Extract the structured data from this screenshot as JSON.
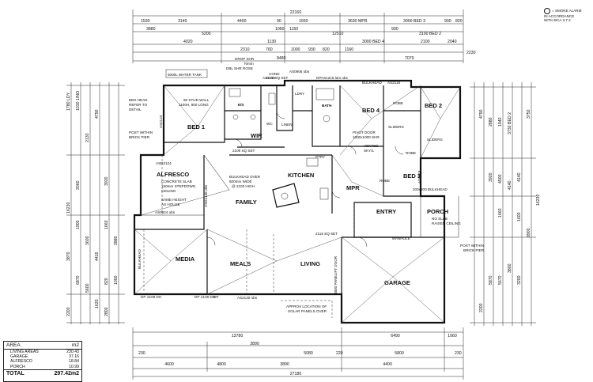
{
  "legend": {
    "symbol_label": "= SMOKE ALARM",
    "line2": "IN ACCORDANCE",
    "line3": "WITH BCA 3.7.2"
  },
  "rooms": {
    "bed1": "BED 1",
    "bed2": "BED 2",
    "bed3": "BED 3",
    "bed4": "BED 4",
    "alfresco": "ALFRESCO",
    "family": "FAMILY",
    "kitchen": "KITCHEN",
    "mpr": "MPR",
    "media": "MEDIA",
    "meals": "MEALS",
    "living": "LIVING",
    "garage": "GARAGE",
    "entry": "ENTRY",
    "porch": "PORCH",
    "wir": "WIR",
    "bath": "BATH",
    "es": "E/S",
    "robe1": "ROBE",
    "robe2": "ROBE",
    "robe3": "ROBE",
    "ldry": "LDRY",
    "linen": "LINEN",
    "wc": "WC",
    "pantry": "PTRY"
  },
  "notes": {
    "water_tank": "5000L WATER TANK",
    "drop_shr": "DROP SHR",
    "drop_shr2": "70mm",
    "dbl_shr_rose": "DBL SHR ROSE",
    "stud_wall": "90 STUD WALL",
    "stud_wall2": "1100H, 800 LONG",
    "bed_head": "BED HEAD",
    "bed_head2": "REFER TO",
    "bed_head3": "DETAIL",
    "post": "POST WITHIN",
    "post2": "BRICK PIER",
    "alfresco_note1": "CONCRETE SLAB",
    "alfresco_note2": "150mm STEPDOWN",
    "alfresco_note3": "CEILING",
    "alfresco_note4": "SAME HEIGHT",
    "alfresco_note5": "AS HOUSE",
    "bulkhead1": "BULKHEAD OVER",
    "bulkhead2": "600mm WIDE",
    "bulkhead3": "@ 2100 HIGH",
    "pivot_door": "PIVOT DOOR",
    "pivot_door2": "1000x1000 SHR",
    "vented": "VENTED",
    "skylight": "SKY/L",
    "sliders1": "SLIDERS",
    "sliders2": "SLIDERS",
    "porch_note1": "NO SLAB",
    "porch_note2": "RAISED CEILING",
    "manhole": "MANHOLE",
    "panelift": "4800 PANELIFT DOOR",
    "solar1": "APPROX LOCATION OF",
    "solar2": "SOLAR PANELS OVER",
    "bulkhead_side": "BULKHEAD",
    "bulkhead_top": "BULKHEAD",
    "bulkhead_porch": "200x200 BULKHEAD",
    "condition": "COND",
    "niche": "2109 SQ SET",
    "sq_set2": "2115 SQ SET",
    "sq_set3": "2109 SQ SET",
    "dp1": "DP",
    "dp2": "DP",
    "dp3": "DP"
  },
  "windows": {
    "as0906": "AS0906 obs",
    "dpas1215": "DPAS1215 lam obs",
    "as2115": "AS2115",
    "as2118": "AS2118",
    "as2124": "AS2124",
    "asd2124": "ASD2124",
    "as0924": "AS0924 obs",
    "asd2136": "ASD2136 obs",
    "as2130": "AS2130 obs",
    "dh2109a": "2109 DH",
    "dh2109b": "2109 DH",
    "as0618": "AS0618"
  },
  "top_dims": {
    "overall": "22160",
    "r1": [
      "1530",
      "3140",
      "4400",
      "90",
      "1650",
      "3630 MPR",
      "3000 BED 3",
      "900",
      "820"
    ],
    "r2": [
      "3880",
      "5200",
      "1050",
      "1150",
      "12510",
      "900",
      "3100 BED 2"
    ],
    "r3": [
      "4020",
      "2310",
      "1130",
      "3000 BED 4",
      "2100",
      "2040"
    ],
    "r4": [
      "760",
      "1000",
      "930",
      "820",
      "1160",
      "2230"
    ],
    "r5": [
      "8480",
      "7070"
    ]
  },
  "bottom_dims": {
    "overall": "27180",
    "r1": [
      "13780",
      "6490",
      "1060"
    ],
    "r2": [
      "3890",
      "5080",
      "5800"
    ],
    "r3": [
      "4600",
      "4800",
      "3890",
      "4400"
    ],
    "r4": [
      "230",
      "220",
      "230"
    ]
  },
  "left_dims": {
    "overall": "16230",
    "values": [
      "1780 LDY",
      "1030 1/NO",
      "4790",
      "2130",
      "3920",
      "2060",
      "3600",
      "4410",
      "2880",
      "1660",
      "1900",
      "3870",
      "820",
      "1000",
      "6870",
      "5600",
      "1620",
      "2200",
      "2800"
    ]
  },
  "right_dims": {
    "overall": "16230",
    "values": [
      "4790",
      "3750",
      "3730 BED 2",
      "2880",
      "1940",
      "4140",
      "3920",
      "4500",
      "4140",
      "1660",
      "9900",
      "5670",
      "5870",
      "3800",
      "1600",
      "2200",
      "3200"
    ]
  },
  "area_table": {
    "title": "AREA",
    "unit": "m2",
    "rows": [
      {
        "label": "LIVING AREAS",
        "value": "230.43"
      },
      {
        "label": "GARAGE",
        "value": "37.16"
      },
      {
        "label": "ALFRESCO",
        "value": "18.84"
      },
      {
        "label": "PORCH",
        "value": "10.99"
      }
    ],
    "total_label": "TOTAL",
    "total_value": "297.42m2"
  }
}
